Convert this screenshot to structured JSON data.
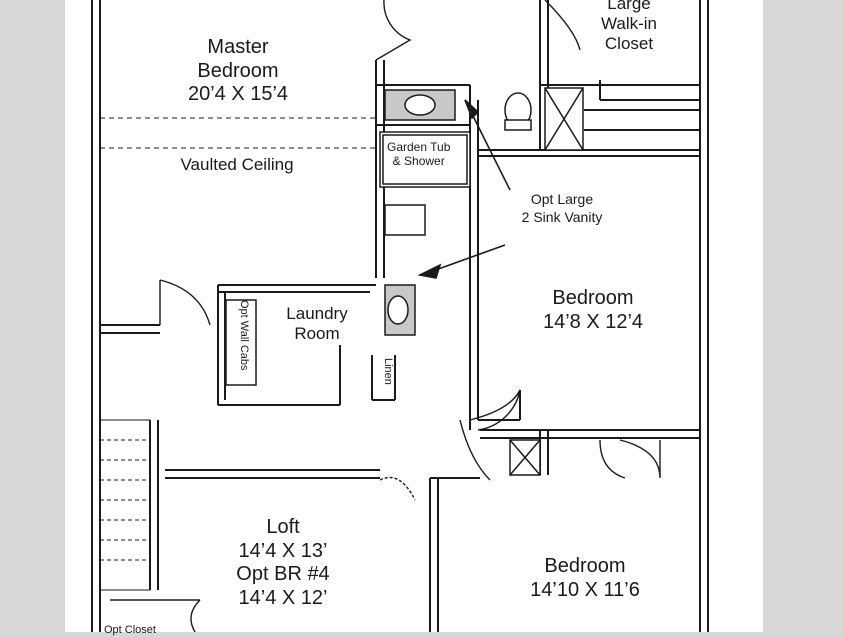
{
  "rooms": {
    "master": {
      "name_line1": "Master",
      "name_line2": "Bedroom",
      "size": "20’4 X 15’4"
    },
    "closet": {
      "line1": "Large",
      "line2": "Walk-in",
      "line3": "Closet"
    },
    "vaulted": "Vaulted Ceiling",
    "garden_tub": {
      "line1": "Garden Tub",
      "line2": "& Shower"
    },
    "vanity_note": {
      "line1": "Opt Large",
      "line2": "2 Sink Vanity"
    },
    "bedroom2": {
      "name": "Bedroom",
      "size": "14’8 X 12’4"
    },
    "laundry": {
      "line1": "Laundry",
      "line2": "Room"
    },
    "wall_cabs": "Opt Wall Cabs",
    "linen": "Linen",
    "loft": {
      "line1": "Loft",
      "line2": "14’4 X 13’",
      "line3": "Opt BR #4",
      "line4": "14’4 X 12’"
    },
    "bedroom3": {
      "name": "Bedroom",
      "size": "14’10 X 11’6"
    },
    "opt_closet": "Opt Closet"
  },
  "colors": {
    "background": "#d8d8d8",
    "sheet": "#ffffff",
    "wall": "#1a1a1a",
    "fixture": "#c8c8c8"
  }
}
